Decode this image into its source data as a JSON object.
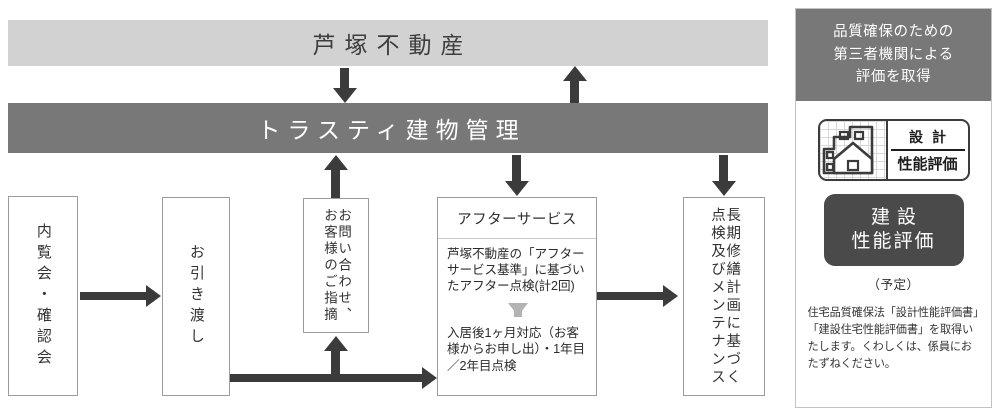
{
  "banners": {
    "developer": "芦塚不動産",
    "management": "トラスティ建物管理"
  },
  "flow_boxes": {
    "nairan": "内覧会・確認会",
    "hikiwatashi": "お引き渡し",
    "toiawase_line1": "お問い合わせ、",
    "toiawase_line2": "お客様のご指摘",
    "choki_line1": "長期修繕計画に基づく",
    "choki_line2": "点検及びメンテナンス"
  },
  "after_service": {
    "title": "アフターサービス",
    "body_top": "芦塚不動産の「アフターサービス基準」に基づいたアフター点検(計2回)",
    "body_bottom": "入居後1ヶ月対応（お客様からお申し出）・1年目／2年目点検",
    "inner_arrow_icon": "arrow-down-icon"
  },
  "panel": {
    "header_line1": "品質確保のための",
    "header_line2": "第三者機関による",
    "header_line3": "評価を取得",
    "emblem": {
      "icon": "house-grid-icon",
      "top_text": "設計",
      "bottom_text": "性能評価"
    },
    "badge_line1": "建設",
    "badge_line2": "性能評価",
    "yotei": "（予定）",
    "note": "住宅品質確保法「設計性能評価書」「建設住宅性能評価書」を取得いたします。くわしくは、係員におたずねください。"
  },
  "arrows": {
    "dev_to_mgmt": "arrow-down-icon",
    "mgmt_to_dev": "arrow-up-icon",
    "mgmt_to_after": "arrow-down-icon",
    "mgmt_to_choki": "arrow-down-icon",
    "toiawase_to_mgmt": "arrow-up-icon",
    "nairan_to_hikiwatashi": "arrow-right-icon",
    "hikiwatashi_to_after": "arrow-right-icon",
    "branch_to_toiawase": "arrow-up-icon",
    "after_to_choki": "arrow-right-icon"
  },
  "colors": {
    "banner_light": "#d2d2d2",
    "banner_dark": "#787878",
    "arrow": "#3b3b3b",
    "badge": "#4a4a4a",
    "box_border": "#9b9b9b"
  }
}
